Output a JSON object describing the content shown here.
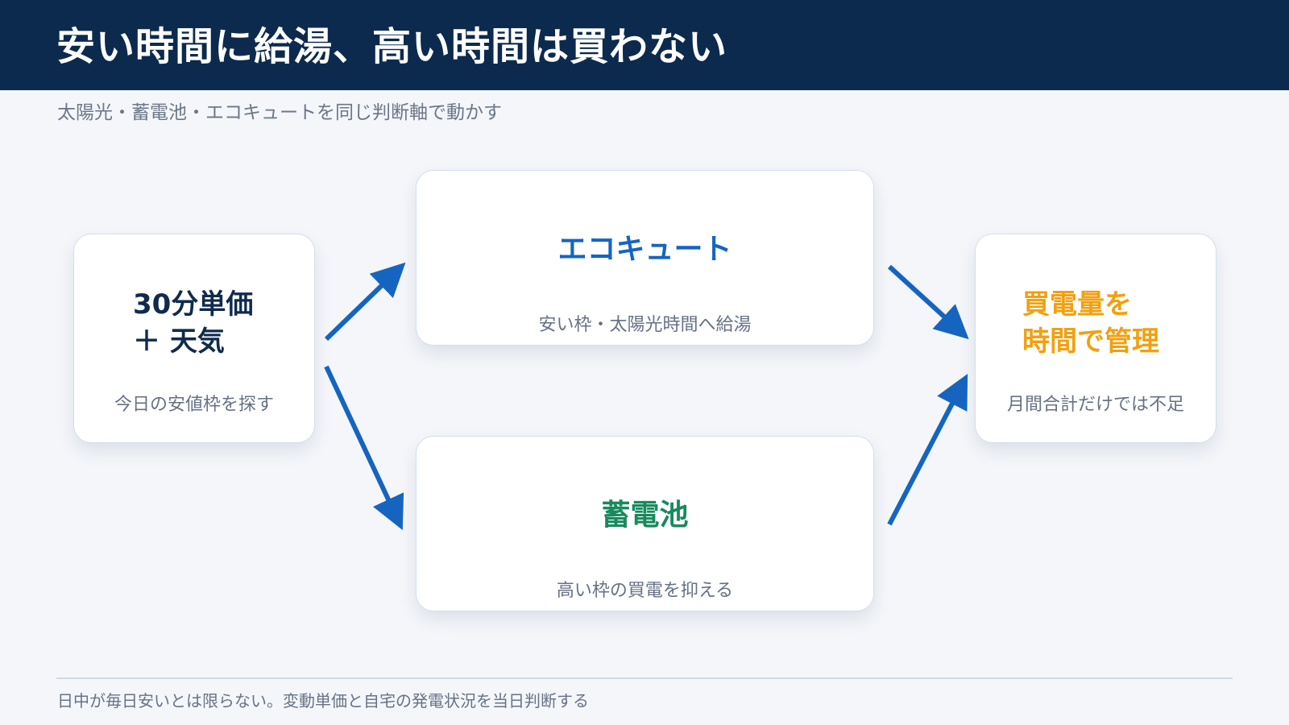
{
  "header": {
    "title": "安い時間に給湯、高い時間は買わない",
    "subtitle": "太陽光・蓄電池・エコキュートを同じ判断軸で動かす"
  },
  "cards": {
    "input": {
      "title_line1": "30分単価",
      "title_line2": "＋ 天気",
      "sub": "今日の安値枠を探す"
    },
    "ecocute": {
      "title": "エコキュート",
      "sub": "安い枠・太陽光時間へ給湯"
    },
    "battery": {
      "title": "蓄電池",
      "sub": "高い枠の買電を抑える"
    },
    "output": {
      "title_line1": "買電量を",
      "title_line2": "時間で管理",
      "sub": "月間合計だけでは不足"
    }
  },
  "footer": {
    "note": "日中が毎日安いとは限らない。変動単価と自宅の発電状況を当日判断する"
  },
  "colors": {
    "header_bg": "#0c2a4d",
    "accent_blue": "#1565c0",
    "accent_green": "#178a5e",
    "accent_orange": "#f2a00f",
    "arrow": "#1565c0"
  }
}
